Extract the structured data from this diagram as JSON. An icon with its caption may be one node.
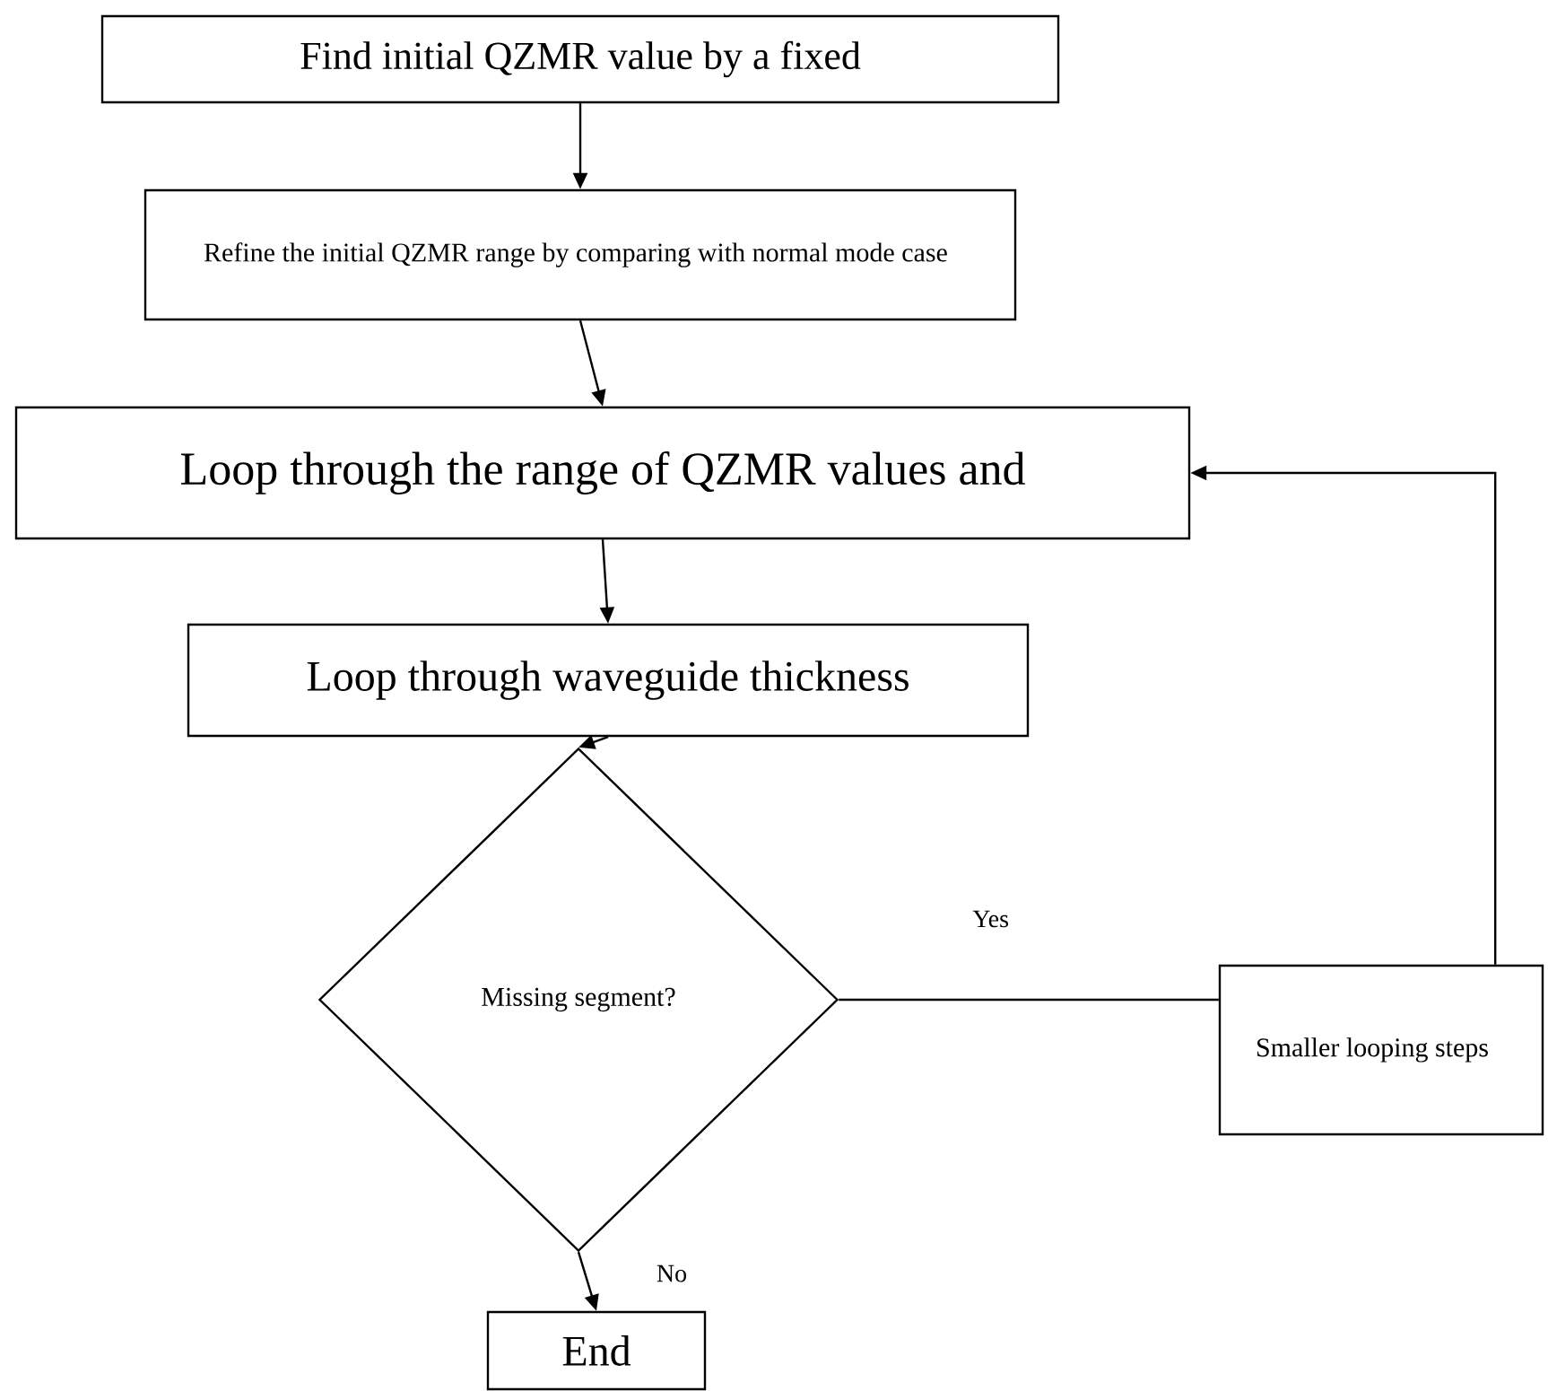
{
  "diagram": {
    "nodes": [
      {
        "text": [
          "Find initial QZMR value by a fixed"
        ]
      },
      {
        "text": [
          "Refine the initial QZMR range by comparing with normal mode case"
        ]
      },
      {
        "text": [
          "Loop through the range of QZMR values and"
        ]
      },
      {
        "text": [
          "Loop through waveguide thickness"
        ]
      },
      {
        "text": [
          "Missing segment?"
        ]
      },
      {
        "text": [
          "Smaller looping steps"
        ]
      },
      {
        "text": [
          "End"
        ]
      }
    ],
    "edges": [
      {
        "from": 0,
        "to": 1,
        "arrow": "to"
      },
      {
        "from": 1,
        "to": 2,
        "arrow": "to"
      },
      {
        "from": 2,
        "to": 3,
        "arrow": "to"
      },
      {
        "from": 3,
        "to": 4,
        "arrow": "to"
      },
      {
        "from": 4,
        "to": 5,
        "arrow": "none",
        "label": "Yes"
      },
      {
        "from": 5,
        "to": 2,
        "arrow": "to"
      },
      {
        "from": 4,
        "to": 6,
        "arrow": "to",
        "label": "No"
      }
    ]
  }
}
